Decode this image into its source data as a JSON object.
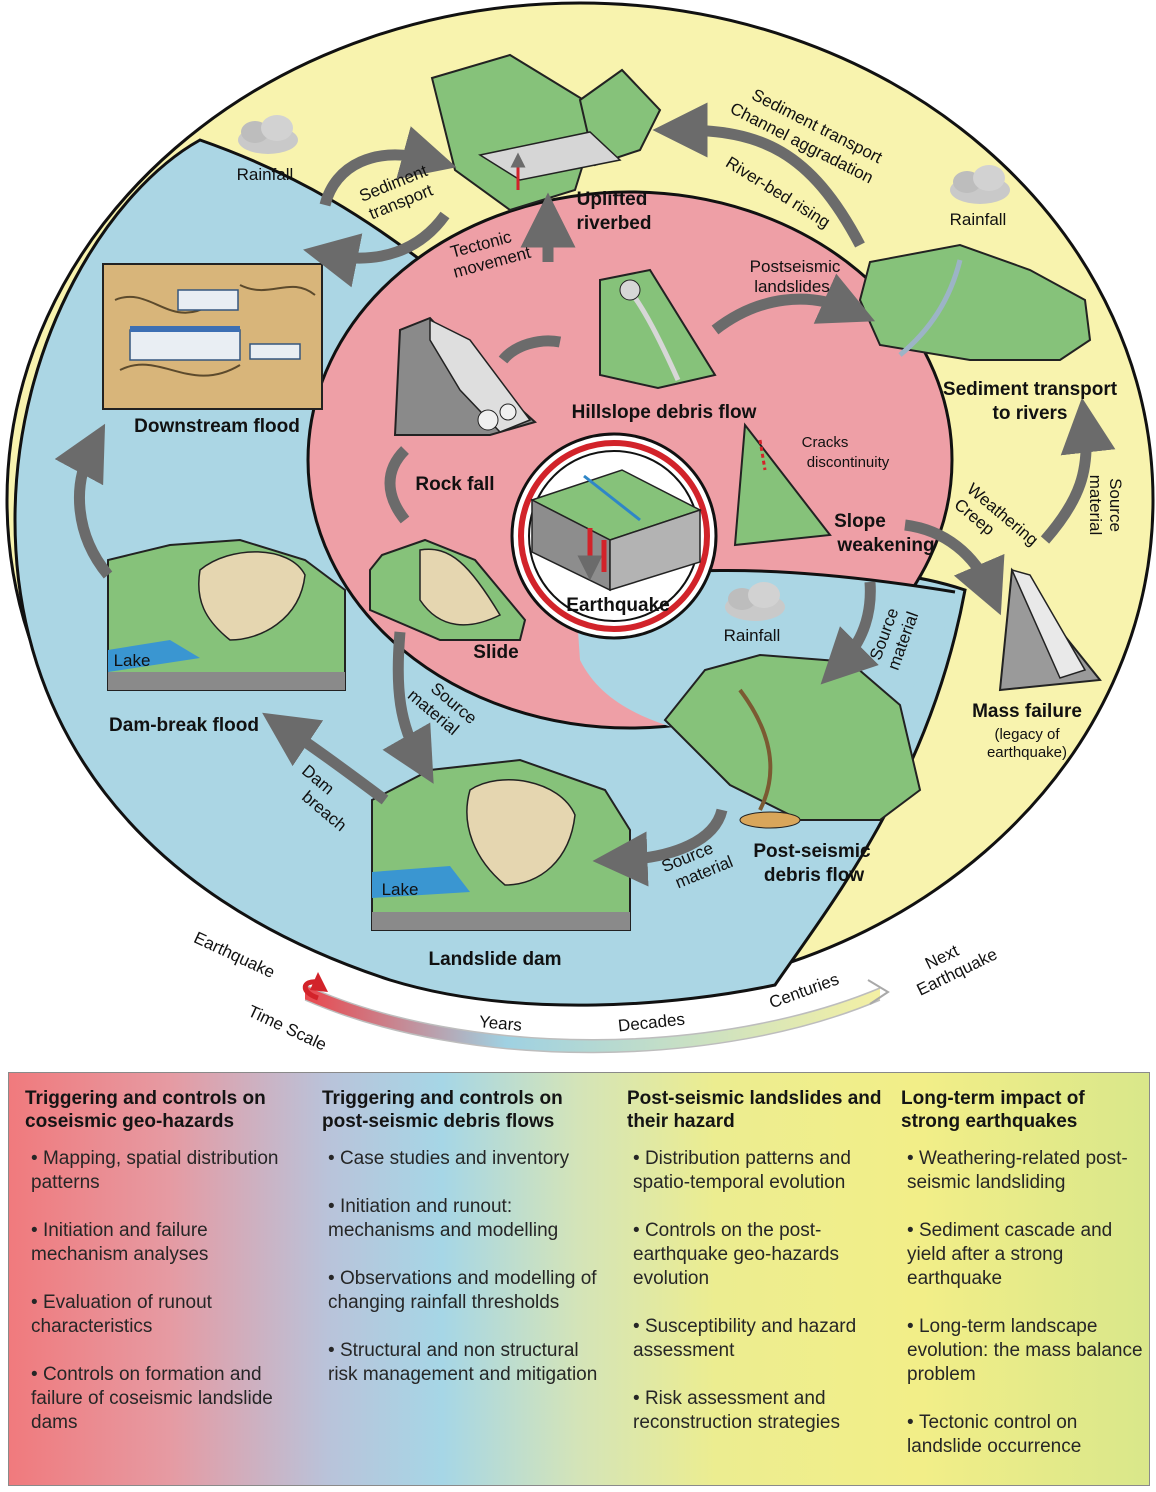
{
  "diagram": {
    "center": "Earthquake",
    "coseismic": {
      "rock_fall": "Rock fall",
      "hillslope_debris_flow": "Hillslope debris flow",
      "slide": "Slide",
      "cracks": [
        "Cracks",
        "discontinuity"
      ],
      "slope_weakening": [
        "Slope",
        "weakening"
      ]
    },
    "upper": {
      "rainfall": "Rainfall",
      "sediment_transport": [
        "Sediment",
        "transport"
      ],
      "tectonic_movement": [
        "Tectonic",
        "movement"
      ],
      "uplifted_riverbed": [
        "Uplifted",
        "riverbed"
      ],
      "sediment_channel": [
        "Sediment transport",
        "Channel aggradation"
      ],
      "river_bed_rising": "River-bed rising",
      "postseismic_landslides": [
        "Postseismic",
        "landslides"
      ]
    },
    "right": {
      "rainfall": "Rainfall",
      "sediment_to_rivers": [
        "Sediment transport",
        "to rivers"
      ],
      "source_material": [
        "Source",
        "material"
      ],
      "weathering_creep": [
        "Weathering",
        "Creep"
      ],
      "mass_failure": "Mass failure",
      "legacy": [
        "(legacy of",
        "earthquake)"
      ]
    },
    "left": {
      "downstream_flood": "Downstream flood",
      "dam_break_flood": "Dam-break flood",
      "lake": "Lake",
      "dam_breach": [
        "Dam",
        "breach"
      ],
      "source_material": [
        "Source",
        "material"
      ],
      "landslide_dam": "Landslide dam",
      "lake2": "Lake",
      "rainfall": "Rainfall",
      "source_material_mid": [
        "Source",
        "material"
      ],
      "source_material_low": [
        "Source",
        "material"
      ],
      "post_seismic_debris_flow": [
        "Post-seismic",
        "debris flow"
      ]
    }
  },
  "timescale": {
    "start": "Earthquake",
    "label": "Time Scale",
    "years": "Years",
    "decades": "Decades",
    "centuries": "Centuries",
    "next": [
      "Next",
      "Earthquake"
    ]
  },
  "columns": [
    {
      "heading": "Triggering and controls on coseismic geo-hazards",
      "items": [
        "Mapping, spatial distribution patterns",
        "Initiation and failure mechanism analyses",
        "Evaluation of runout characteristics",
        "Controls on formation and failure of coseismic landslide dams"
      ]
    },
    {
      "heading": "Triggering and controls on post-seismic debris flows",
      "items": [
        "Case studies and inventory",
        "Initiation and runout: mechanisms and modelling",
        "Observations and modelling of changing rainfall thresholds",
        "Structural and non structural risk management and mitigation"
      ]
    },
    {
      "heading": "Post-seismic landslides and their hazard",
      "items": [
        "Distribution patterns and spatio-temporal evolution",
        "Controls on the post-earthquake geo-hazards evolution",
        "Susceptibility and hazard assessment",
        "Risk assessment and reconstruction strategies"
      ]
    },
    {
      "heading": "Long-term impact of strong earthquakes",
      "items": [
        "Weathering-related post-seismic landsliding",
        "Sediment cascade and yield after a strong earthquake",
        "Long-term landscape evolution: the mass balance problem",
        "Tectonic control on landslide occurrence"
      ]
    }
  ],
  "colors": {
    "yellow": "#f8f3ae",
    "blue": "#abd6e4",
    "red": "#ee9fa6",
    "arrow": "#6b6b6b",
    "green": "#86c27a"
  }
}
